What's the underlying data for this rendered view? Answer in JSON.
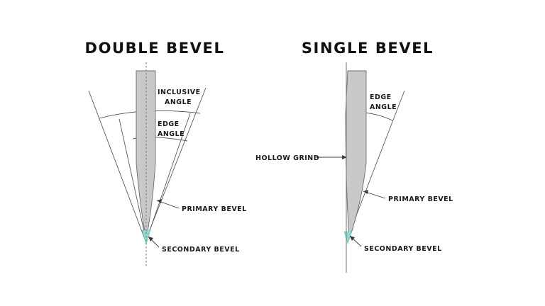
{
  "diagram": {
    "background_color": "#ffffff",
    "blade_color": "#c9c9c9",
    "blade_outline_color": "#6b6b6b",
    "tip_color": "#8fd8d2",
    "line_color": "#5a5a5a",
    "text_color": "#1a1a1a"
  },
  "panels": {
    "left": {
      "title": "DOUBLE BEVEL",
      "labels": {
        "inclusive_angle_line1": "INCLUSIVE",
        "inclusive_angle_line2": "ANGLE",
        "edge_angle_line1": "EDGE",
        "edge_angle_line2": "ANGLE",
        "primary_bevel": "PRIMARY BEVEL",
        "secondary_bevel": "SECONDARY BEVEL"
      }
    },
    "right": {
      "title": "SINGLE BEVEL",
      "labels": {
        "edge_angle_line1": "EDGE",
        "edge_angle_line2": "ANGLE",
        "hollow_grind": "HOLLOW GRIND",
        "primary_bevel": "PRIMARY BEVEL",
        "secondary_bevel": "SECONDARY BEVEL"
      }
    }
  }
}
